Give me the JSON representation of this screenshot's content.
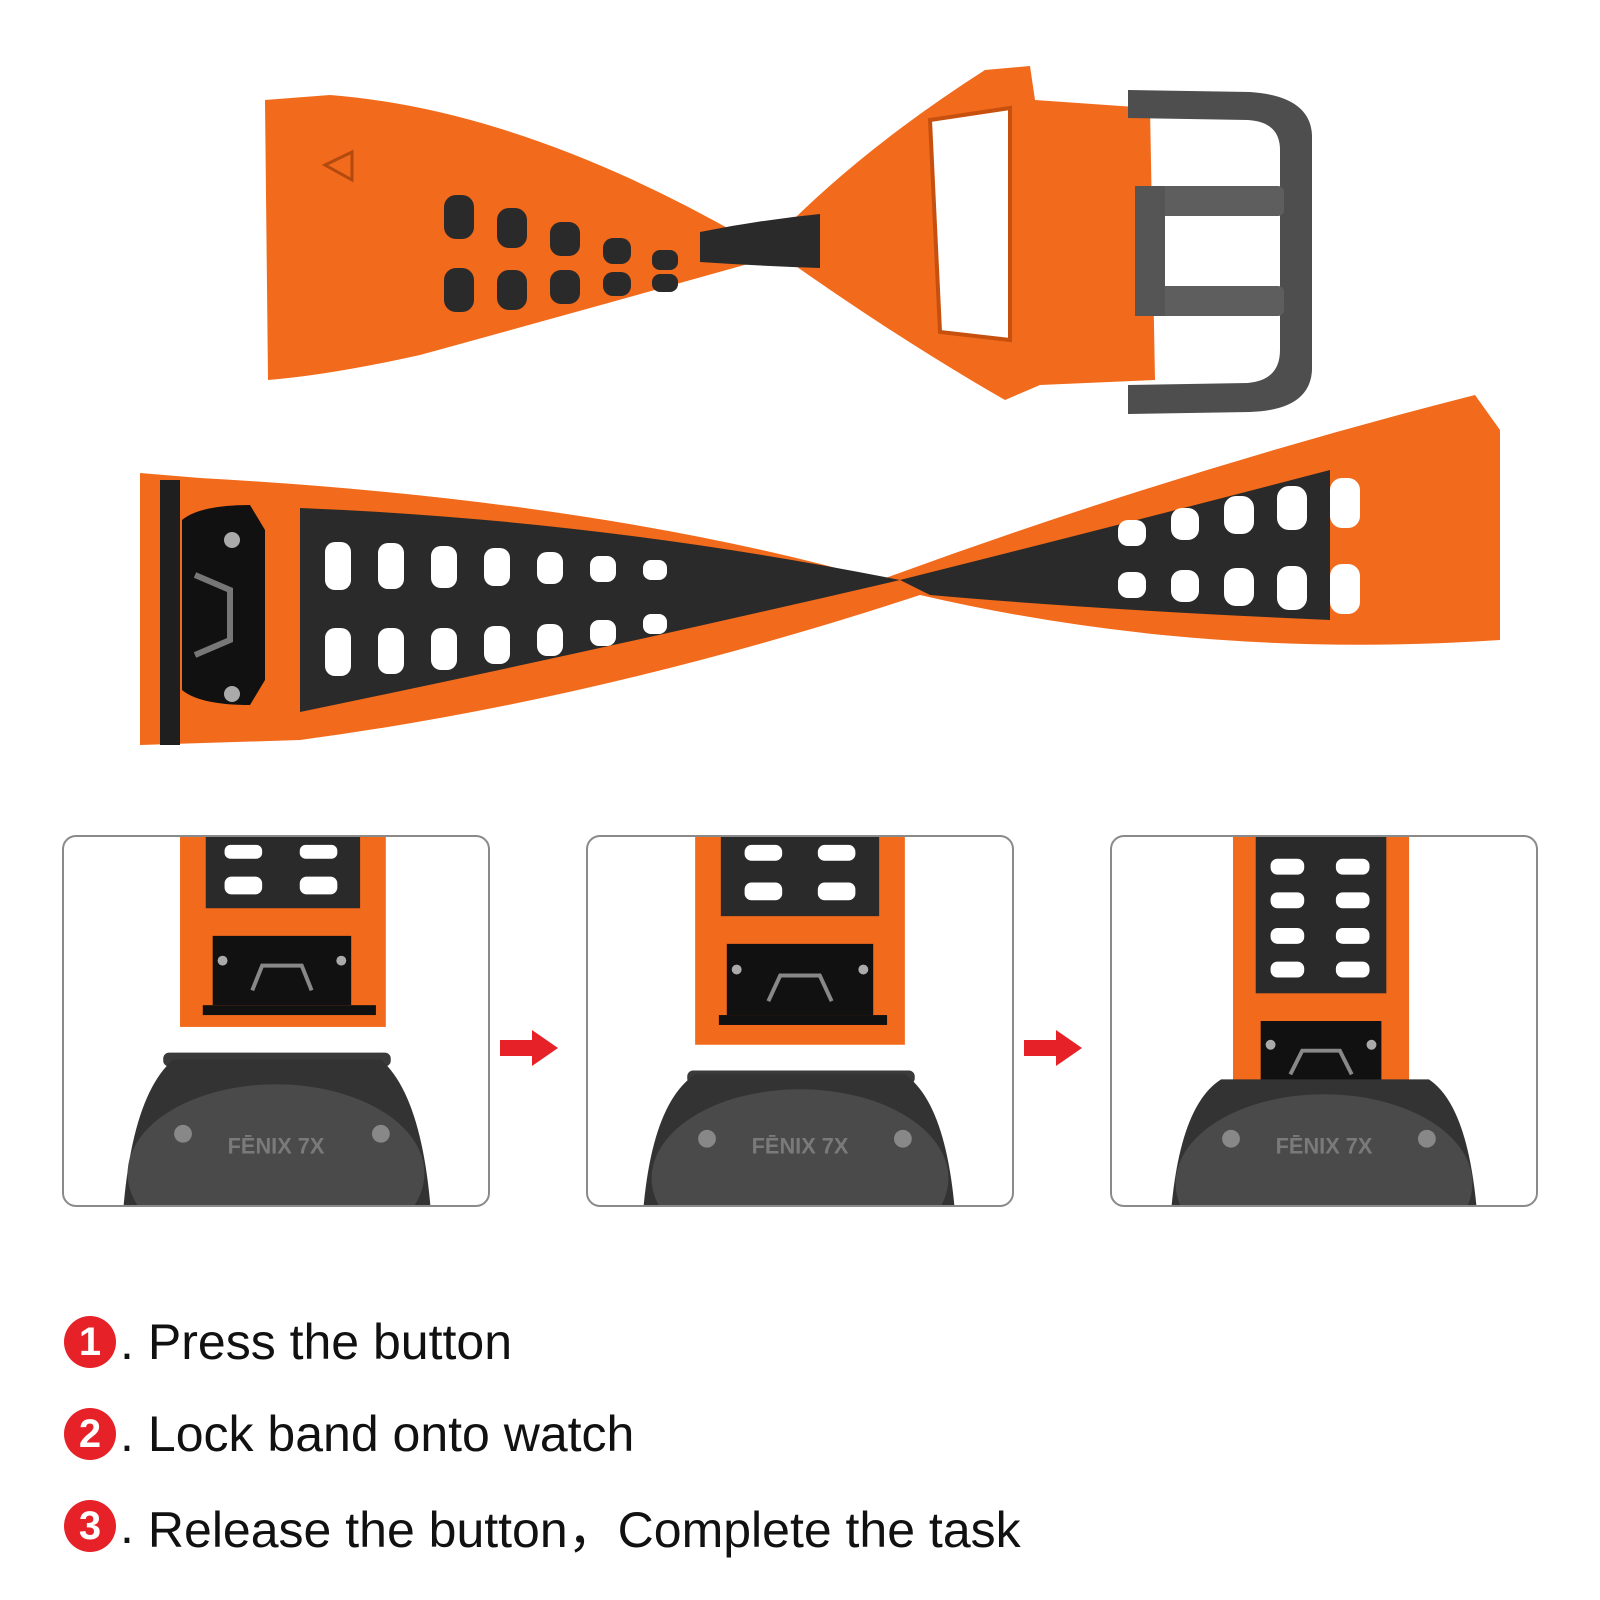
{
  "colors": {
    "band_orange": "#f26a1b",
    "band_orange_dark": "#c7500e",
    "band_black": "#2a2a2a",
    "buckle_metal": "#5a5a5a",
    "arrow_red": "#e62228",
    "badge_red": "#e62228",
    "panel_border": "#8a8a8a"
  },
  "panels": [
    {
      "watch_label": "FĒNIX 7X",
      "state": "band-above-watch"
    },
    {
      "watch_label": "FĒNIX 7X",
      "state": "band-aligned"
    },
    {
      "watch_label": "FĒNIX 7X",
      "state": "band-locked"
    }
  ],
  "icons": [
    "arrow-right-icon",
    "arrow-right-icon"
  ],
  "steps": [
    {
      "number": "1",
      "text": "Press the button"
    },
    {
      "number": "2",
      "text": "Lock band onto watch"
    },
    {
      "number": "3",
      "text": "Release the button，Complete the task"
    }
  ]
}
